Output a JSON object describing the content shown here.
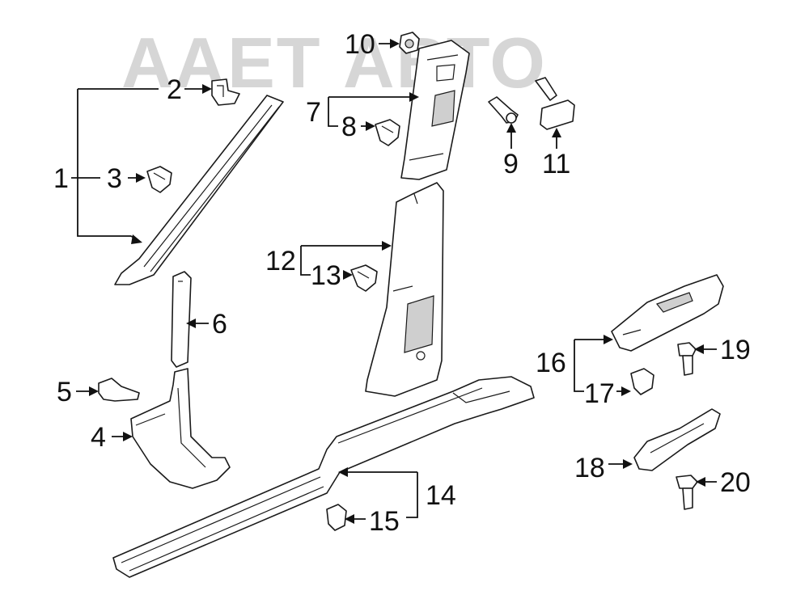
{
  "watermark": {
    "text": "ААЕТ АВТО"
  },
  "callouts": [
    {
      "id": 1,
      "label": "1"
    },
    {
      "id": 2,
      "label": "2"
    },
    {
      "id": 3,
      "label": "3"
    },
    {
      "id": 4,
      "label": "4"
    },
    {
      "id": 5,
      "label": "5"
    },
    {
      "id": 6,
      "label": "6"
    },
    {
      "id": 7,
      "label": "7"
    },
    {
      "id": 8,
      "label": "8"
    },
    {
      "id": 9,
      "label": "9"
    },
    {
      "id": 10,
      "label": "10"
    },
    {
      "id": 11,
      "label": "11"
    },
    {
      "id": 12,
      "label": "12"
    },
    {
      "id": 13,
      "label": "13"
    },
    {
      "id": 14,
      "label": "14"
    },
    {
      "id": 15,
      "label": "15"
    },
    {
      "id": 16,
      "label": "16"
    },
    {
      "id": 17,
      "label": "17"
    },
    {
      "id": 18,
      "label": "18"
    },
    {
      "id": 19,
      "label": "19"
    },
    {
      "id": 20,
      "label": "20"
    }
  ],
  "colors": {
    "line": "#1a1a1a",
    "shade": "#cfcfcf",
    "watermark": "#d6d6d6"
  }
}
